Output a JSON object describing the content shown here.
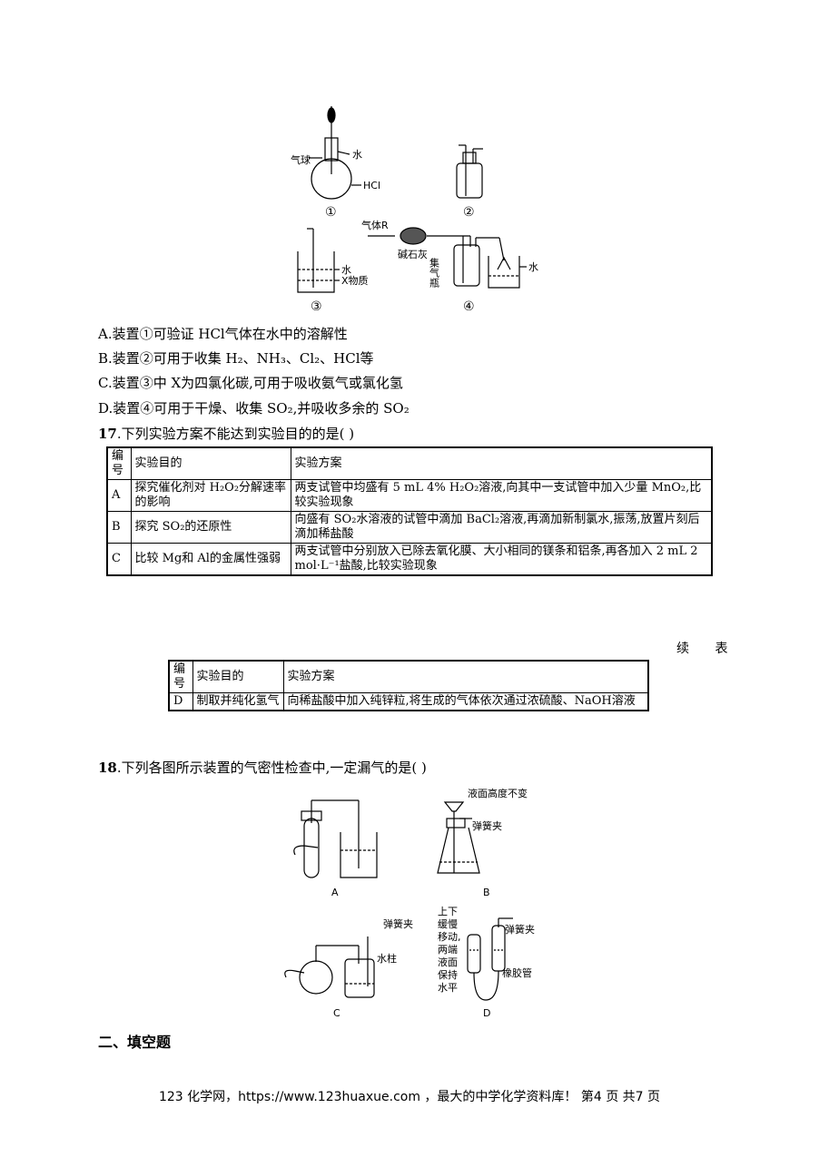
{
  "q16": {
    "fig_labels": {
      "balloon": "气球",
      "water1": "水",
      "hcl": "HCl",
      "n1": "①",
      "n2": "②",
      "water3": "水",
      "xsub": "X物质",
      "n3": "③",
      "gasR": "气体R",
      "sodalime": "碱石灰",
      "bottle": "集气瓶",
      "water4": "水",
      "n4": "④"
    },
    "options": [
      "A.装置①可验证 HCl气体在水中的溶解性",
      "B.装置②可用于收集 H₂、NH₃、Cl₂、HCl等",
      "C.装置③中 X为四氯化碳,可用于吸收氨气或氯化氢",
      "D.装置④可用于干燥、收集 SO₂,并吸收多余的 SO₂"
    ]
  },
  "q17": {
    "number": "17",
    "stem": ".下列实验方案不能达到实验目的的是(      )",
    "table1": {
      "headers": [
        "编号",
        "实验目的",
        "实验方案"
      ],
      "rows": [
        [
          "A",
          "探究催化剂对 H₂O₂分解速率的影响",
          "两支试管中均盛有 5 mL 4% H₂O₂溶液,向其中一支试管中加入少量 MnO₂,比较实验现象"
        ],
        [
          "B",
          "探究 SO₂的还原性",
          "向盛有 SO₂水溶液的试管中滴加 BaCl₂溶液,再滴加新制氯水,振荡,放置片刻后滴加稀盐酸"
        ],
        [
          "C",
          "比较 Mg和 Al的金属性强弱",
          "两支试管中分别放入已除去氧化膜、大小相同的镁条和铝条,再各加入 2 mL 2 mol·L⁻¹盐酸,比较实验现象"
        ]
      ]
    },
    "continued": "续 表",
    "table2": {
      "headers": [
        "编号",
        "实验目的",
        "实验方案"
      ],
      "rows": [
        [
          "D",
          "制取并纯化氢气",
          "向稀盐酸中加入纯锌粒,将生成的气体依次通过浓硫酸、NaOH溶液"
        ]
      ]
    }
  },
  "q18": {
    "number": "18",
    "stem": ".下列各图所示装置的气密性检查中,一定漏气的是(      )",
    "fig_labels": {
      "a": "A",
      "b": "B",
      "b_level": "液面高度不变",
      "b_clamp": "弹簧夹",
      "c": "C",
      "c_clamp": "弹簧夹",
      "c_column": "水柱",
      "d": "D",
      "d_clamp": "弹簧夹",
      "d_move": [
        "上下",
        "缓慢",
        "移动,",
        "两端",
        "液面",
        "保持",
        "水平"
      ],
      "d_tube": "橡胶管"
    }
  },
  "section": "二、填空题",
  "footer": "123 化学网，https://www.123huaxue.com ，最大的中学化学资料库！ 第4 页 共7 页"
}
